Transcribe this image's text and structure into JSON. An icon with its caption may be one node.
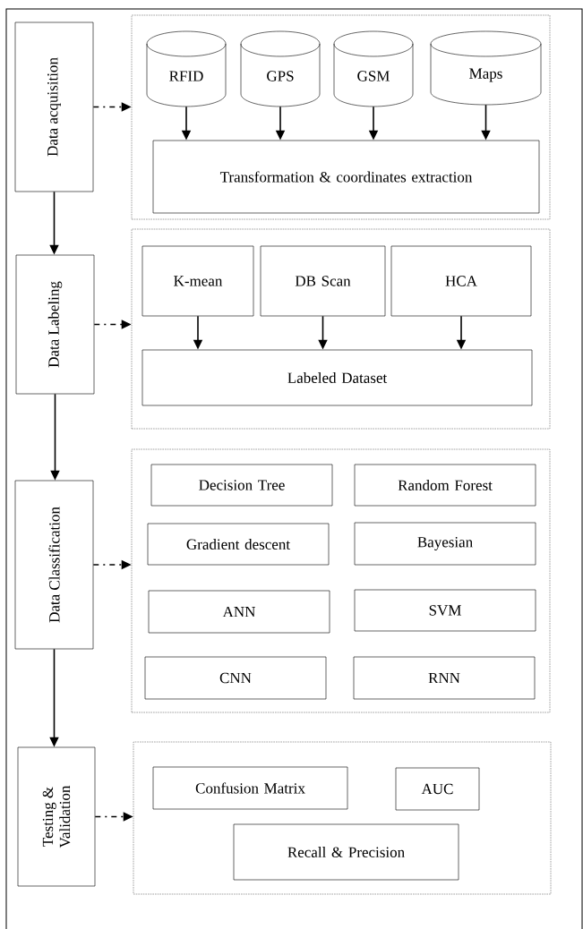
{
  "diagram": {
    "nodes": [
      {
        "text": [
          "Data acquisition"
        ]
      },
      {
        "text": [],
        "shape": "box"
      },
      {
        "text": [
          "RFID"
        ],
        "in": 1
      },
      {
        "text": [
          "GPS"
        ],
        "in": 1
      },
      {
        "text": [
          "GSM"
        ],
        "in": 1
      },
      {
        "text": [
          "Maps"
        ],
        "in": 1
      },
      {
        "text": [
          "Transformation & coordinates extraction"
        ],
        "in": 1
      },
      {
        "text": [
          "Data Labeling"
        ]
      },
      {
        "text": [],
        "shape": "box"
      },
      {
        "text": [
          "K-mean"
        ],
        "in": 8
      },
      {
        "text": [
          "DB Scan"
        ],
        "in": 8
      },
      {
        "text": [
          "HCA"
        ],
        "in": 8
      },
      {
        "text": [
          "Labeled Dataset"
        ],
        "in": 8
      },
      {
        "text": [
          "Data Classification"
        ]
      },
      {
        "text": [],
        "shape": "box"
      },
      {
        "text": [
          "Decision Tree"
        ],
        "in": 14
      },
      {
        "text": [
          "Random Forest"
        ],
        "in": 14
      },
      {
        "text": [
          "Gradient descent"
        ],
        "in": 14
      },
      {
        "text": [
          "Bayesian"
        ],
        "in": 14
      },
      {
        "text": [
          "ANN"
        ],
        "in": 14
      },
      {
        "text": [
          "SVM"
        ],
        "in": 14
      },
      {
        "text": [
          "CNN"
        ],
        "in": 14
      },
      {
        "text": [
          "RNN"
        ],
        "in": 14
      },
      {
        "text": [
          "Testing & Validation"
        ]
      },
      {
        "text": [],
        "shape": "box"
      },
      {
        "text": [
          "Confusion Matrix"
        ],
        "in": 24
      },
      {
        "text": [
          "AUC"
        ],
        "in": 24
      },
      {
        "text": [
          "Recall & Precision"
        ],
        "in": 24
      }
    ],
    "edges": [
      {
        "from": 0,
        "to": 7,
        "arrow": "to"
      },
      {
        "from": 7,
        "to": 13,
        "arrow": "to"
      },
      {
        "from": 13,
        "to": 23,
        "arrow": "to"
      },
      {
        "from": 0,
        "to": 1,
        "arrow": "to",
        "style": "dashed"
      },
      {
        "from": 7,
        "to": 8,
        "arrow": "to",
        "style": "dashed"
      },
      {
        "from": 13,
        "to": 14,
        "arrow": "to",
        "style": "dashed"
      },
      {
        "from": 23,
        "to": 24,
        "arrow": "to",
        "style": "dashed"
      },
      {
        "from": 2,
        "to": 6,
        "arrow": "to"
      },
      {
        "from": 3,
        "to": 6,
        "arrow": "to"
      },
      {
        "from": 4,
        "to": 6,
        "arrow": "to"
      },
      {
        "from": 5,
        "to": 6,
        "arrow": "to"
      },
      {
        "from": 9,
        "to": 12,
        "arrow": "to"
      },
      {
        "from": 10,
        "to": 12,
        "arrow": "to"
      },
      {
        "from": 11,
        "to": 12,
        "arrow": "to"
      }
    ]
  }
}
